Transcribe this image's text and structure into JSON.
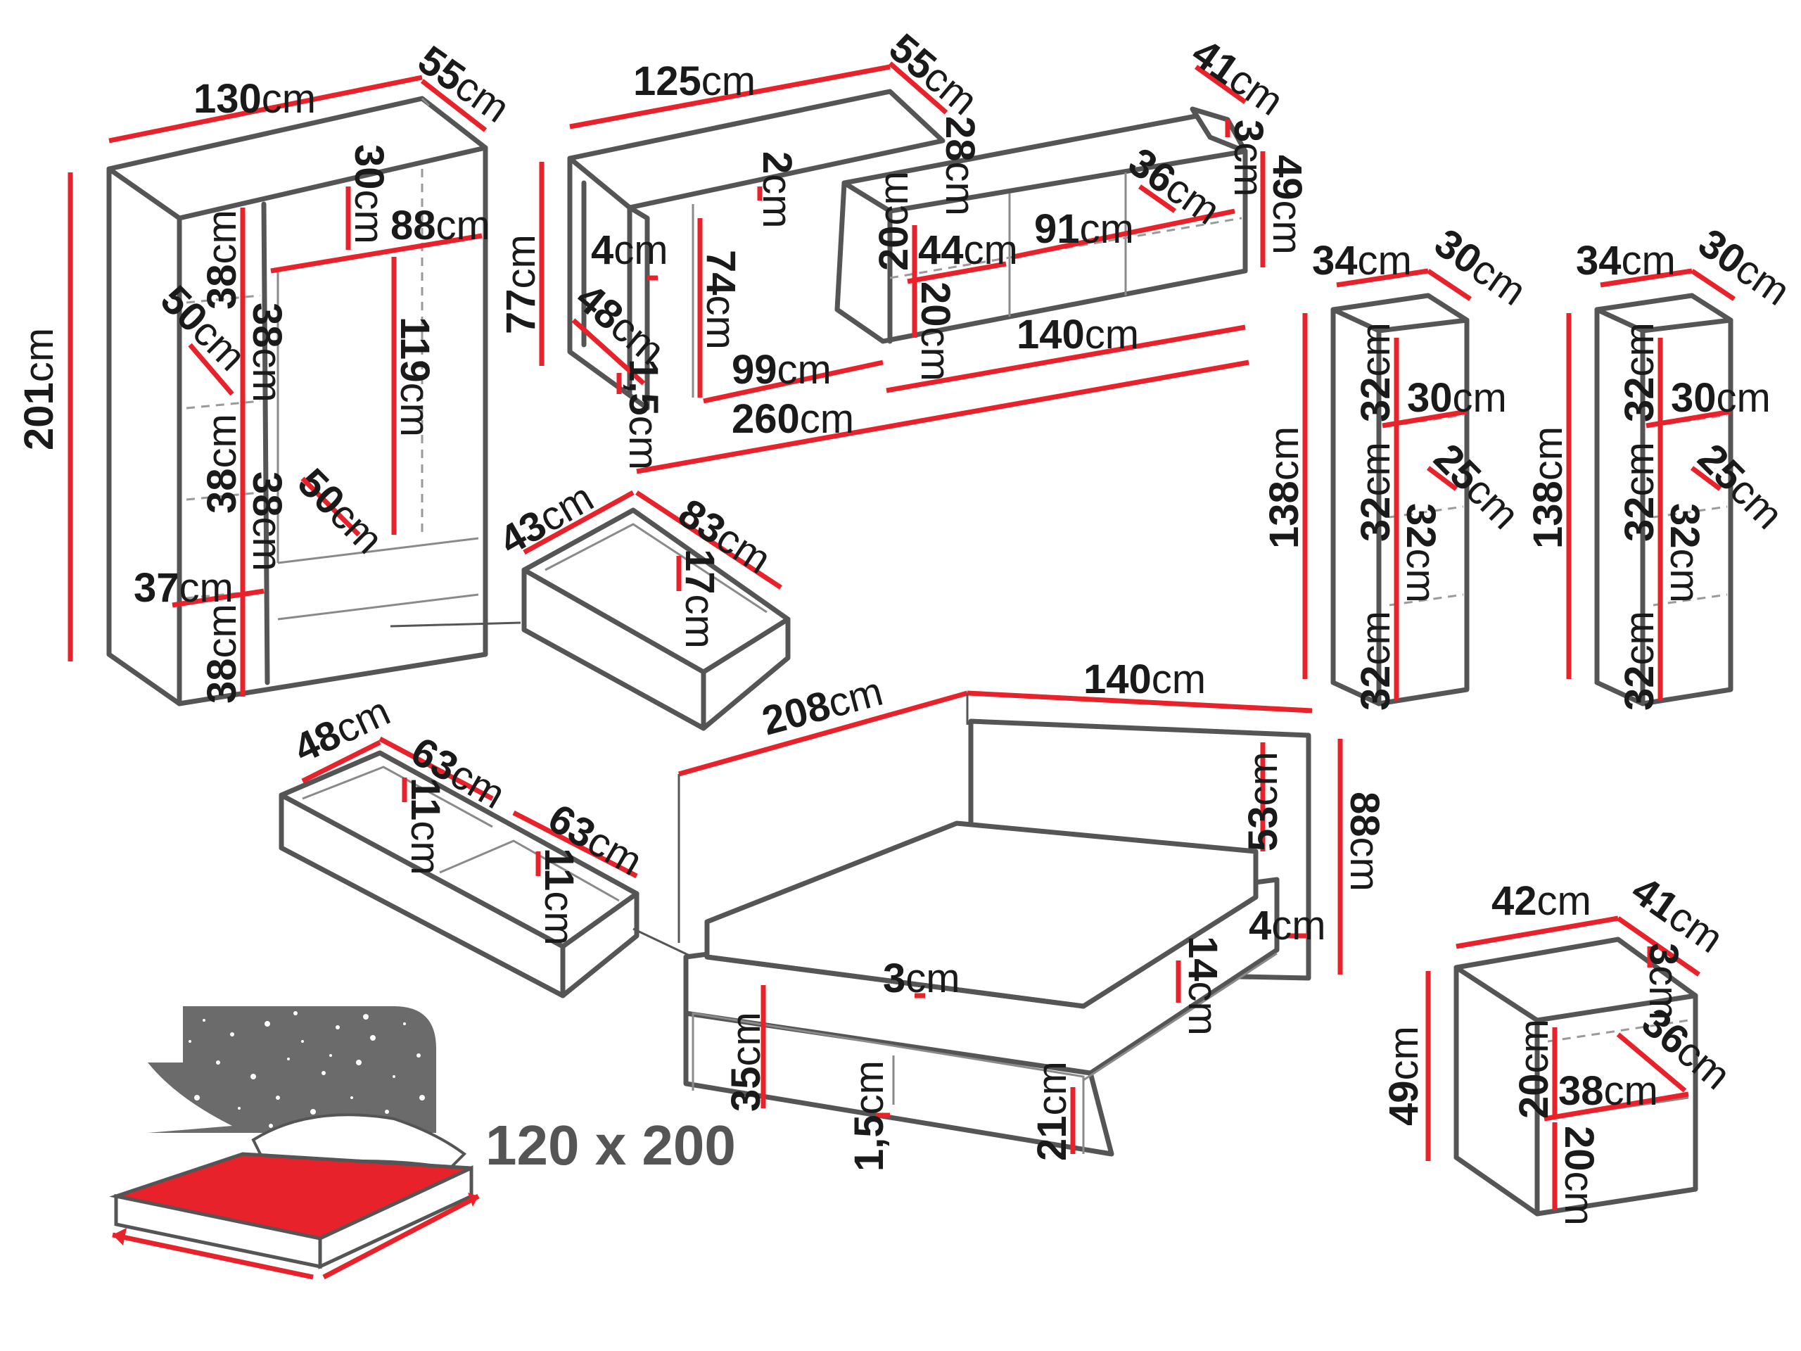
{
  "colors": {
    "outline": "#555555",
    "dimension": "#e8222a",
    "mattress": "#e8222a",
    "text": "#1a1a1a"
  },
  "wardrobe": {
    "width": "130",
    "depth": "55",
    "height": "201",
    "unit": "cm",
    "inner": [
      "30",
      "88",
      "38",
      "50",
      "38",
      "119",
      "38",
      "38",
      "50",
      "37",
      "38"
    ]
  },
  "desk": {
    "width": "125",
    "depth": "55",
    "height": "77",
    "leg_depth": "48",
    "top_thick": "2",
    "side_thick": "4",
    "inner_height": "74",
    "knee_width": "99",
    "foot": "1,5",
    "total_width": "260",
    "unit": "cm"
  },
  "shelf_unit": {
    "depth": "41",
    "top": "3",
    "back_height": "28",
    "height": "49",
    "shelf_depth": "36",
    "compartment_h": "20",
    "compartment_w": "44",
    "middle_w": "91",
    "lower_h": "20",
    "width": "140",
    "unit": "cm"
  },
  "bookcase": {
    "width": "34",
    "depth": "30",
    "height": "138",
    "inner_h": [
      "32",
      "32",
      "32",
      "32"
    ],
    "inner_w": "30",
    "inner_d": "25",
    "unit": "cm"
  },
  "wardrobe_drawer": {
    "depth": "43",
    "width": "83",
    "height": "17",
    "unit": "cm"
  },
  "bed_drawers": {
    "depth": "48",
    "width": "63",
    "height": "11",
    "unit": "cm"
  },
  "bed": {
    "length": "208",
    "width": "140",
    "headboard": "53",
    "total_height": "88",
    "headboard_thick": "4",
    "frame_top": "3",
    "side_rail": "14",
    "frame_h": "35",
    "leg": "1,5",
    "clearance": "21",
    "unit": "cm"
  },
  "nightstand": {
    "width": "42",
    "depth": "41",
    "height": "49",
    "top": "3",
    "depth_inner": "36",
    "compart_h": "20",
    "compart_w": "38",
    "lower_h": "20",
    "unit": "cm"
  },
  "mattress_size": "120 x 200"
}
